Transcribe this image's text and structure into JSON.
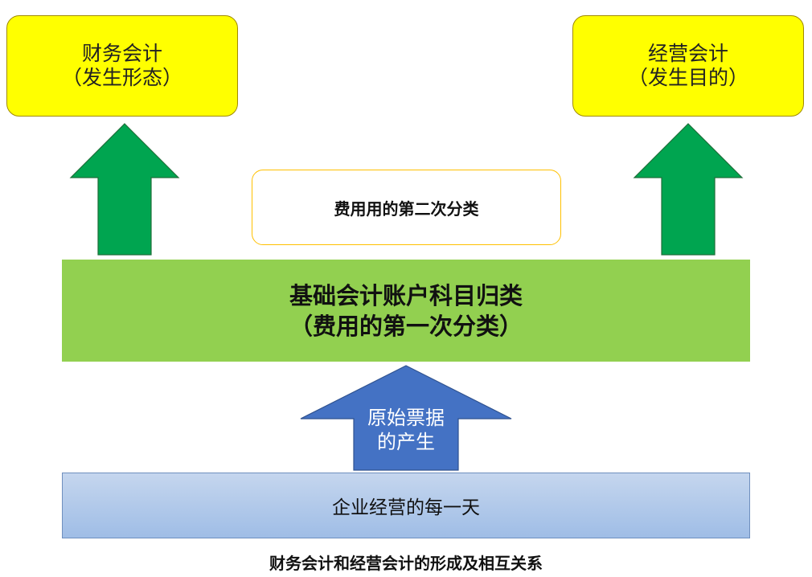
{
  "boxes": {
    "financial_accounting": {
      "title": "财务会计",
      "subtitle": "（发生形态）"
    },
    "management_accounting": {
      "title": "经营会计",
      "subtitle": "（发生目的）"
    },
    "second_classification": "费用用的第二次分类"
  },
  "green_band": {
    "line1": "基础会计账户科目归类",
    "line2": "（费用的第一次分类）"
  },
  "blue_arrow": {
    "line1": "原始票据",
    "line2": "的产生"
  },
  "blue_band": {
    "label": "企业经营的每一天"
  },
  "caption": "财务会计和经营会计的形成及相互关系",
  "colors": {
    "yellow": "#ffff00",
    "green_band": "#92d050",
    "green_arrow": "#00a550",
    "blue_arrow": "#4472c4",
    "blue_band": "#9fbde6",
    "second_box_border": "#ffc000"
  }
}
